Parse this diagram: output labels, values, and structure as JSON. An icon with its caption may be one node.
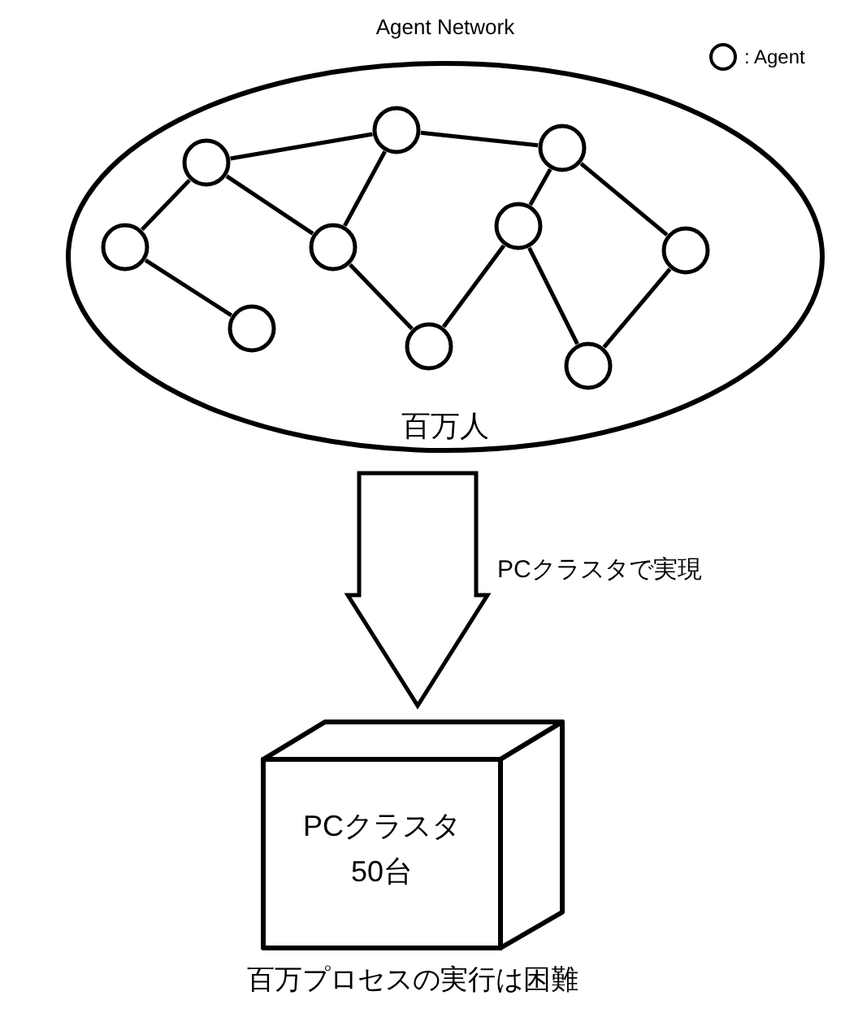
{
  "diagram": {
    "nodes": [
      {
        "text": [
          "Agent Network",
          "百万人"
        ]
      },
      {
        "text": [],
        "shape": "circle",
        "in": 0
      },
      {
        "text": [],
        "shape": "circle",
        "in": 0
      },
      {
        "text": [],
        "shape": "circle",
        "in": 0
      },
      {
        "text": [],
        "shape": "circle",
        "in": 0
      },
      {
        "text": [],
        "shape": "circle",
        "in": 0
      },
      {
        "text": [],
        "shape": "circle",
        "in": 0
      },
      {
        "text": [],
        "shape": "circle",
        "in": 0
      },
      {
        "text": [],
        "shape": "circle",
        "in": 0
      },
      {
        "text": [],
        "shape": "circle",
        "in": 0
      },
      {
        "text": [],
        "shape": "circle",
        "in": 0
      },
      {
        "text": [
          "PCクラスタ",
          "50台"
        ],
        "beside": [
          "百万プロセスの実行は困難"
        ]
      }
    ],
    "edges": [
      {
        "from": 1,
        "to": 4,
        "arrow": "none"
      },
      {
        "from": 4,
        "to": 7,
        "arrow": "none"
      },
      {
        "from": 1,
        "to": 2,
        "arrow": "none"
      },
      {
        "from": 1,
        "to": 5,
        "arrow": "none"
      },
      {
        "from": 2,
        "to": 3,
        "arrow": "none"
      },
      {
        "from": 4,
        "to": 5,
        "arrow": "none"
      },
      {
        "from": 5,
        "to": 6,
        "arrow": "none"
      },
      {
        "from": 6,
        "to": 8,
        "arrow": "none"
      },
      {
        "from": 8,
        "to": 7,
        "arrow": "none"
      },
      {
        "from": 7,
        "to": 9,
        "arrow": "none"
      },
      {
        "from": 8,
        "to": 10,
        "arrow": "none"
      },
      {
        "from": 9,
        "to": 10,
        "arrow": "none"
      },
      {
        "from": 0,
        "to": 11,
        "arrow": "to",
        "label": "PCクラスタで実現",
        "style": "thick"
      }
    ],
    "legend": [
      {
        "text": ": Agent"
      }
    ]
  }
}
